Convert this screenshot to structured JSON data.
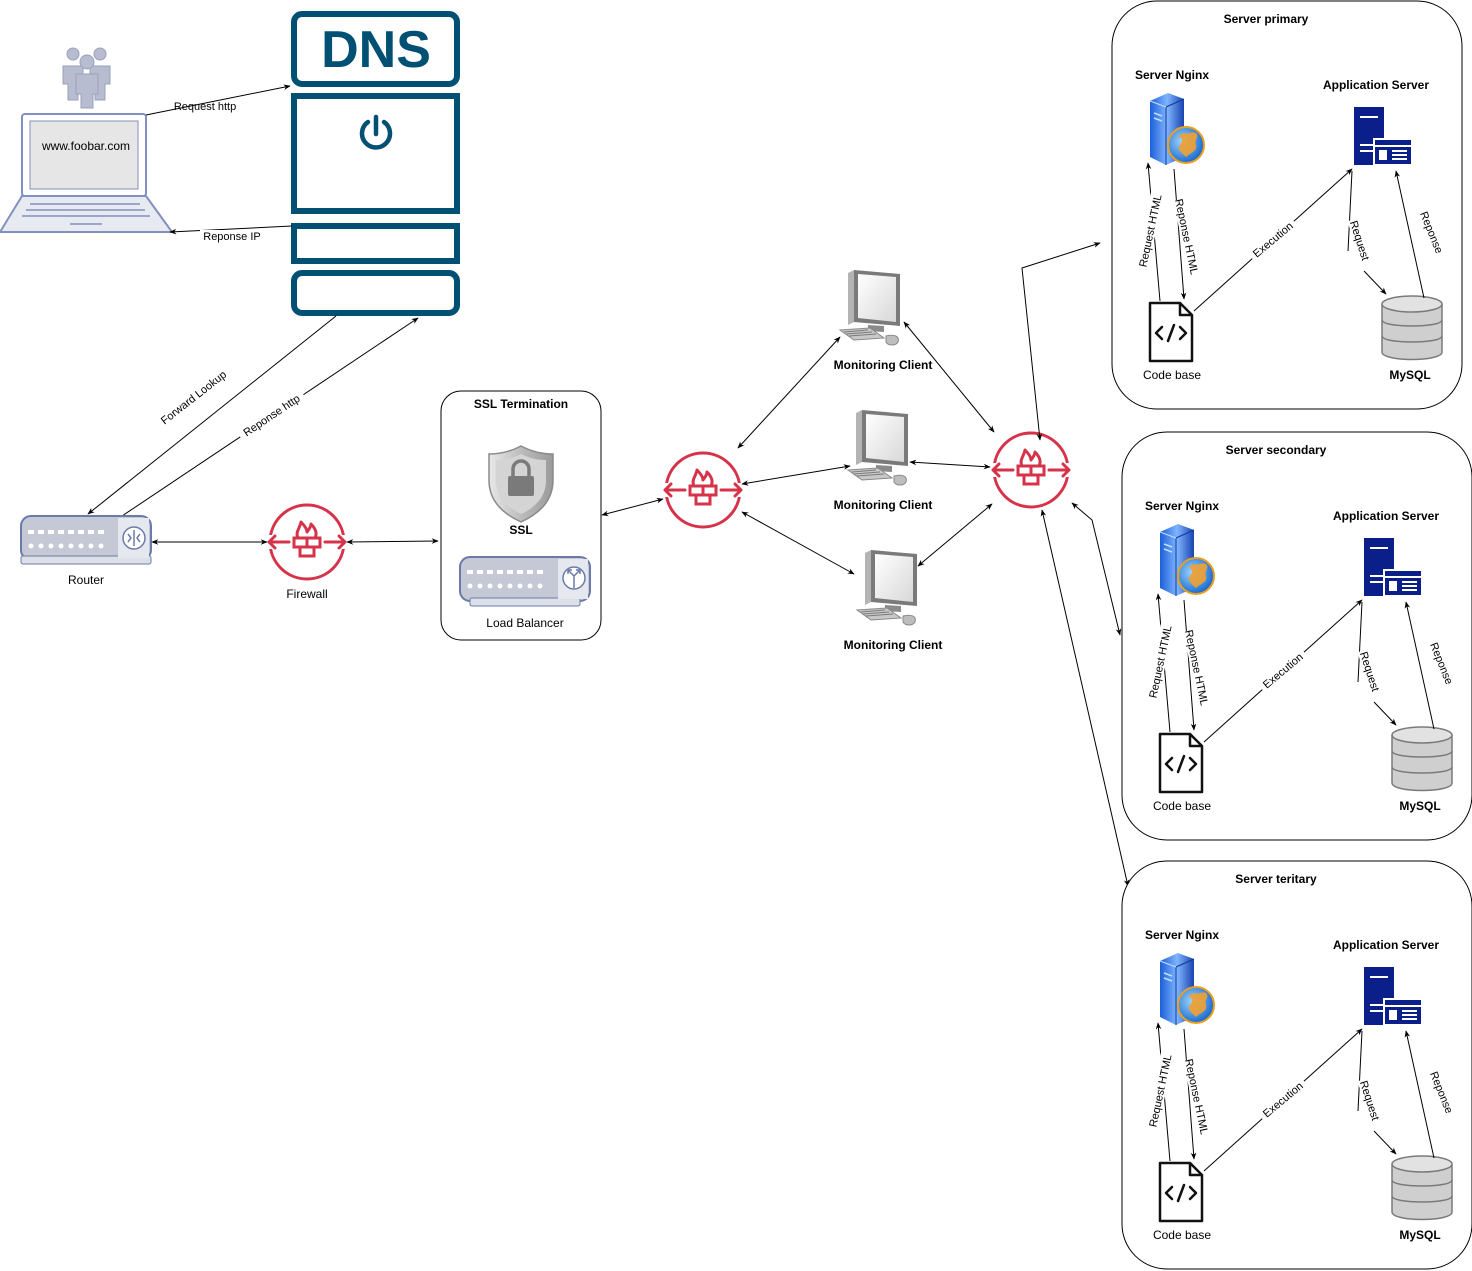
{
  "colors": {
    "dns": "#005073",
    "firewall": "#d6334a",
    "router_gray": "#b8bcc8",
    "router_stroke": "#6b7aa8",
    "server_blue": "#0b1f8a",
    "database_gray": "#c8c8c8"
  },
  "client": {
    "users_icon": "users-icon",
    "laptop_url": "www.foobar.com"
  },
  "dns": {
    "label": "DNS"
  },
  "edges": {
    "request_http": "Request http",
    "reponse_ip": "Reponse IP",
    "forward_lookup": "Forward Lookup",
    "reponse_http": "Reponse http"
  },
  "router": {
    "label": "Router"
  },
  "firewall": {
    "label": "Firewall"
  },
  "ssl_group": {
    "title": "SSL Termination",
    "ssl_label": "SSL",
    "lb_label": "Load Balancer"
  },
  "monitoring": [
    {
      "label": "Monitoring Client"
    },
    {
      "label": "Monitoring Client"
    },
    {
      "label": "Monitoring Client"
    }
  ],
  "servers": [
    {
      "title": "Server primary",
      "nginx": "Server Nginx",
      "app": "Application Server",
      "code": "Code base",
      "db": "MySQL",
      "req_html": "Request HTML",
      "resp_html": "Reponse HTML",
      "execution": "Execution",
      "request": "Request",
      "response": "Reponse"
    },
    {
      "title": "Server secondary",
      "nginx": "Server Nginx",
      "app": "Application Server",
      "code": "Code base",
      "db": "MySQL",
      "req_html": "Request HTML",
      "resp_html": "Reponse HTML",
      "execution": "Execution",
      "request": "Request",
      "response": "Reponse"
    },
    {
      "title": "Server teritary",
      "nginx": "Server Nginx",
      "app": "Application Server",
      "code": "Code base",
      "db": "MySQL",
      "req_html": "Request HTML",
      "resp_html": "Reponse HTML",
      "execution": "Execution",
      "request": "Request",
      "response": "Reponse"
    }
  ]
}
